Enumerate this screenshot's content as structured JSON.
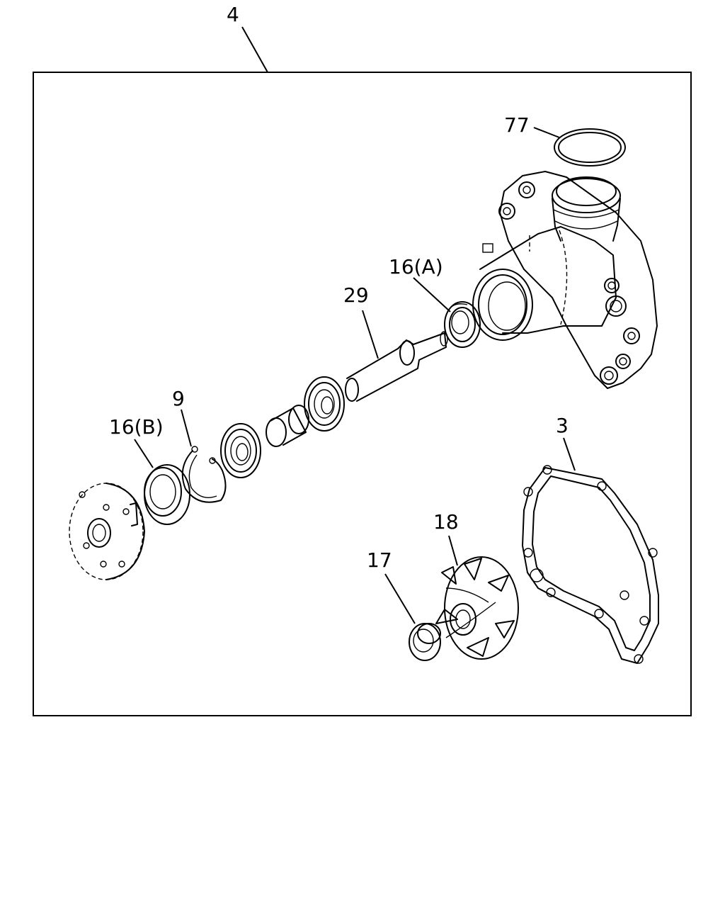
{
  "labels": {
    "assembly": "4",
    "gasket_ring": "77",
    "seal_a": "16(A)",
    "shaft": "29",
    "snap_ring": "9",
    "seal_b": "16(B)",
    "housing_gasket": "3",
    "impeller": "18",
    "impeller_seal": "17"
  }
}
